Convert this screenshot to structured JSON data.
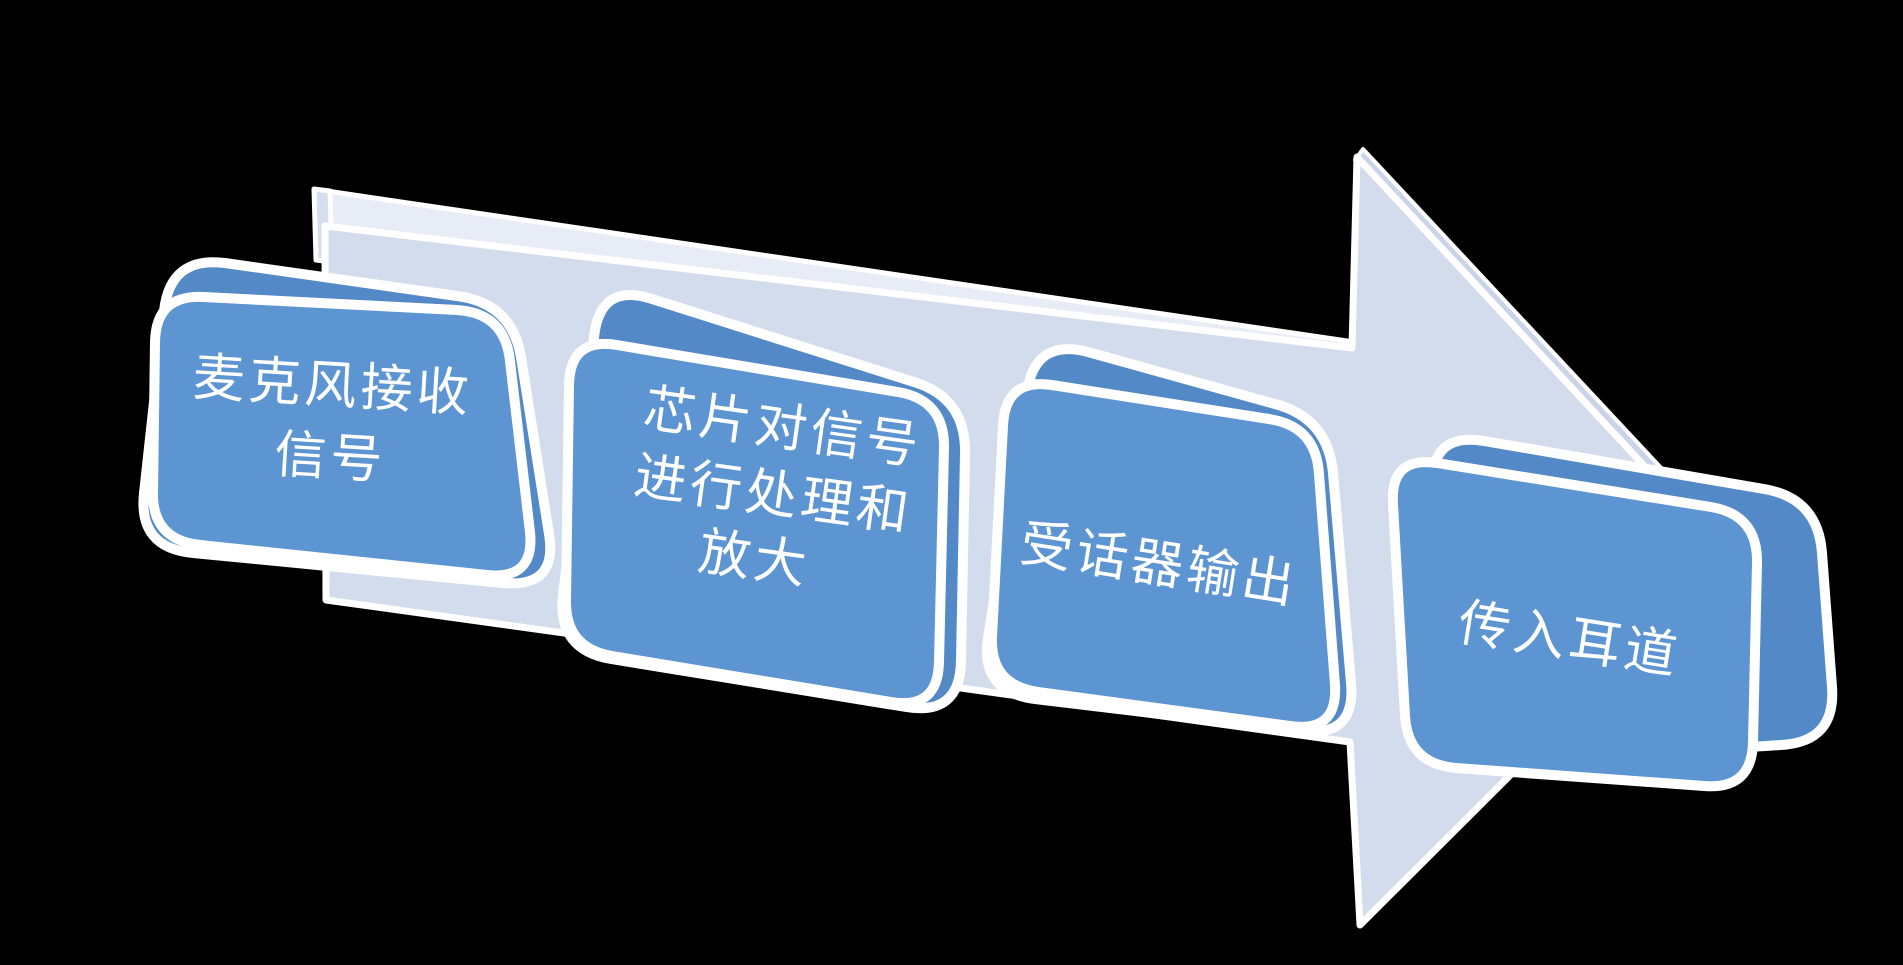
{
  "diagram": {
    "type": "process-flow-arrow",
    "direction": "left-to-right",
    "background_color": "#000000",
    "colors": {
      "block_front": "#5C95D1",
      "block_bevel": "#5289C6",
      "arrow_body": "#D3DCEC",
      "arrow_top_edge": "#E7ECF6",
      "arrow_left_cap": "#D5DEEE",
      "arrow_head_edge": "#C9D4E9",
      "outline": "#FFFFFF",
      "text": "#FFFFFF"
    },
    "steps": [
      {
        "index": 1,
        "label": "麦克风接收信号",
        "lines": {
          "l1": "麦克风接收",
          "l2": "信号"
        }
      },
      {
        "index": 2,
        "label": "芯片对信号进行处理和放大",
        "lines": {
          "l1": "芯片对信号",
          "l2": "进行处理和",
          "l3": "放大"
        }
      },
      {
        "index": 3,
        "label": "受话器输出",
        "lines": {
          "l1": "受话器输出"
        }
      },
      {
        "index": 4,
        "label": "传入耳道",
        "lines": {
          "l1": "传入耳道"
        }
      }
    ]
  }
}
